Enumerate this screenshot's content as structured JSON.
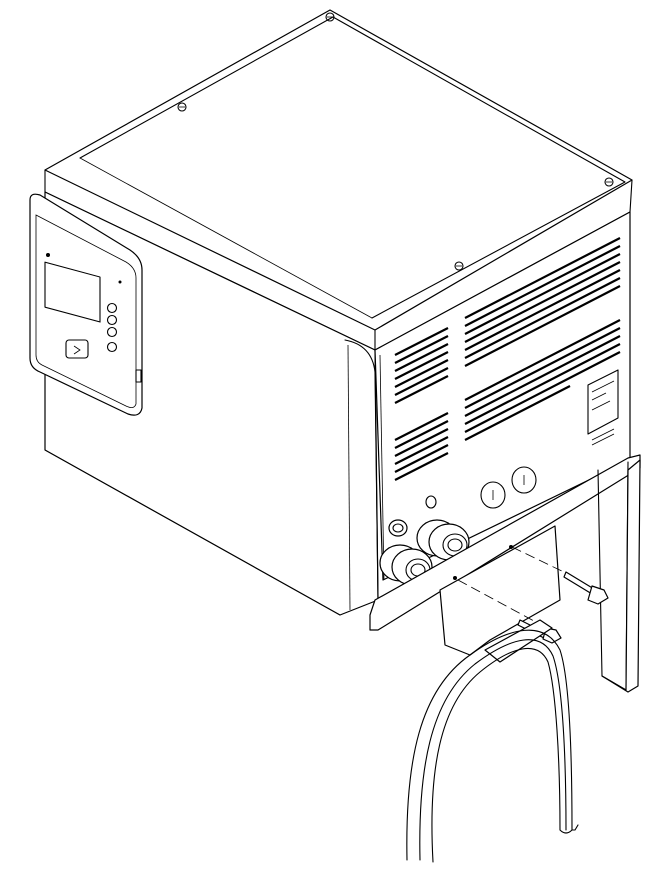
{
  "figure": {
    "colors": {
      "line": "#000000",
      "background": "#ffffff"
    },
    "components": [
      {
        "name": "housing-top-cover"
      },
      {
        "name": "housing-front-panel"
      },
      {
        "name": "control-panel-display"
      },
      {
        "name": "ventilation-louvers"
      },
      {
        "name": "cable-glands"
      },
      {
        "name": "wall-mount-bracket"
      },
      {
        "name": "mounting-bolt"
      },
      {
        "name": "power-cable"
      }
    ]
  }
}
